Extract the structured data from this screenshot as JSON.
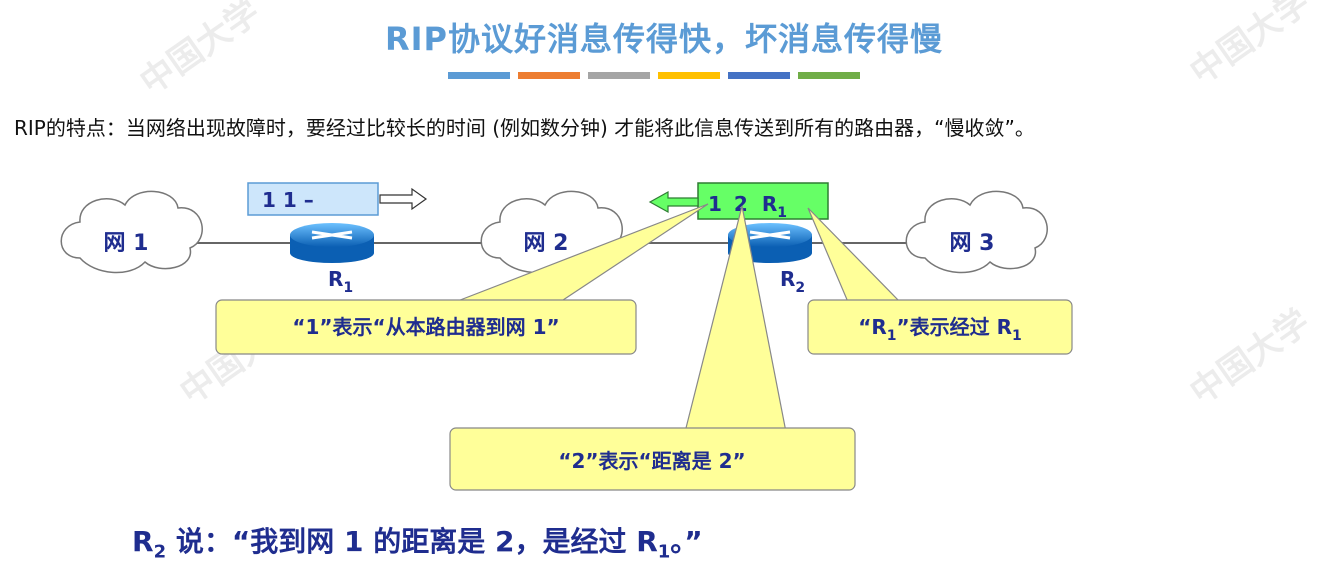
{
  "title": "RIP协议好消息传得快，坏消息传得慢",
  "title_bar_colors": [
    "#5b9bd5",
    "#ed7d31",
    "#a5a5a5",
    "#ffc000",
    "#4472c4",
    "#70ad47"
  ],
  "description": "RIP的特点：当网络出现故障时，要经过比较长的时间 (例如数分钟) 才能将此信息传送到所有的路由器，“慢收敛”。",
  "networks": [
    "网 1",
    "网 2",
    "网 3"
  ],
  "routers": [
    {
      "name": "R",
      "sub": "1"
    },
    {
      "name": "R",
      "sub": "2"
    }
  ],
  "r1_message": "1  1  –",
  "r2_message": {
    "dest": "1",
    "dist": "2",
    "next_hop": "R",
    "next_hop_sub": "1"
  },
  "callouts": {
    "net": "“1”表示“从本路由器到网 1”",
    "dist": "“2”表示“距离是 2”",
    "hop_prefix": "“R",
    "hop_sub": "1",
    "hop_suffix": "”表示经过 R",
    "hop_sub2": "1"
  },
  "quote": {
    "speaker": "R",
    "speaker_sub": "2",
    "text": " 说：“我到网 1 的距离是 2，是经过 R",
    "via_sub": "1",
    "end": "。”"
  },
  "colors": {
    "title": "#5b9bd5",
    "text_blue": "#1f2d8f",
    "callout_fill": "#ffff99",
    "green_box": "#66ff66",
    "blue_box": "#cde6fb",
    "router": "#1e90ff"
  }
}
